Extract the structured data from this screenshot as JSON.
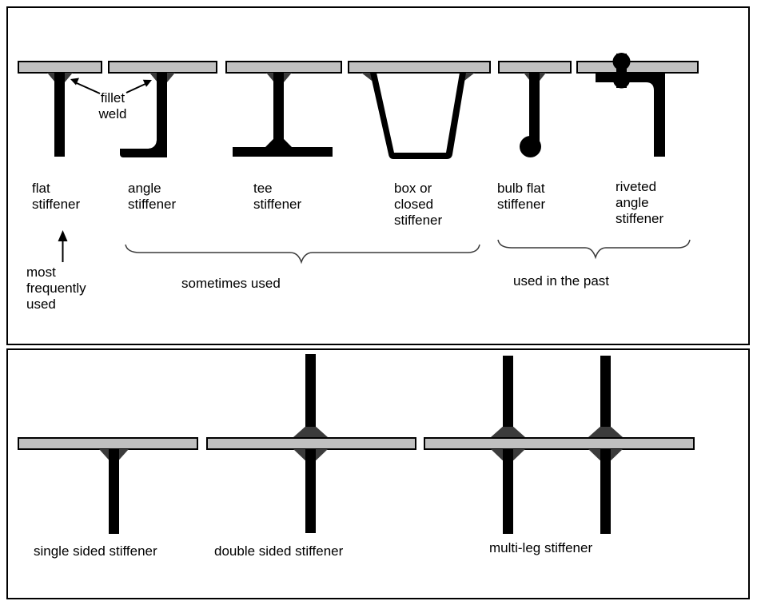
{
  "top_section": {
    "fillet_weld_label": "fillet\nweld",
    "stiffeners": [
      {
        "label": "flat\nstiffener"
      },
      {
        "label": "angle\nstiffener"
      },
      {
        "label": "tee\nstiffener"
      },
      {
        "label": "box or\nclosed\nstiffener"
      },
      {
        "label": "bulb flat\nstiffener"
      },
      {
        "label": "riveted\nangle\nstiffener"
      }
    ],
    "annotations": {
      "most_frequently_used": "most\nfrequently\nused",
      "sometimes_used": "sometimes used",
      "used_in_the_past": "used in the past"
    }
  },
  "bottom_section": {
    "labels": {
      "single": "single sided stiffener",
      "double": "double sided stiffener",
      "multi": "multi-leg stiffener"
    }
  },
  "colors": {
    "plate_fill": "#c0c0c0",
    "steel": "#000000",
    "weld": "#3b3b3b",
    "background": "#ffffff",
    "border": "#000000"
  }
}
